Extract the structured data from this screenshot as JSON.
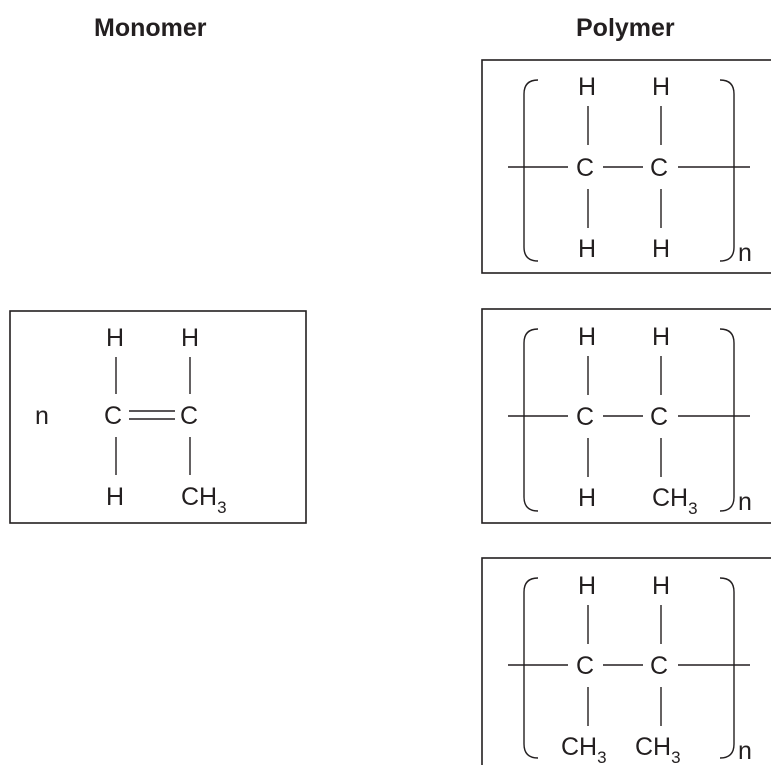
{
  "headings": {
    "monomer": "Monomer",
    "polymer": "Polymer"
  },
  "monomer": {
    "coefficient": "n",
    "top_left": "H",
    "top_right": "H",
    "carbon_left": "C",
    "carbon_right": "C",
    "bottom_left": "H",
    "bottom_right": {
      "main": "CH",
      "sub": "3"
    }
  },
  "polymers": [
    {
      "top_left": "H",
      "top_right": "H",
      "carbon_left": "C",
      "carbon_right": "C",
      "bottom_left": {
        "main": "H",
        "sub": ""
      },
      "bottom_right": {
        "main": "H",
        "sub": ""
      },
      "repeat": "n"
    },
    {
      "top_left": "H",
      "top_right": "H",
      "carbon_left": "C",
      "carbon_right": "C",
      "bottom_left": {
        "main": "H",
        "sub": ""
      },
      "bottom_right": {
        "main": "CH",
        "sub": "3"
      },
      "repeat": "n"
    },
    {
      "top_left": "H",
      "top_right": "H",
      "carbon_left": "C",
      "carbon_right": "C",
      "bottom_left": {
        "main": "CH",
        "sub": "3"
      },
      "bottom_right": {
        "main": "CH",
        "sub": "3"
      },
      "repeat": "n"
    }
  ]
}
